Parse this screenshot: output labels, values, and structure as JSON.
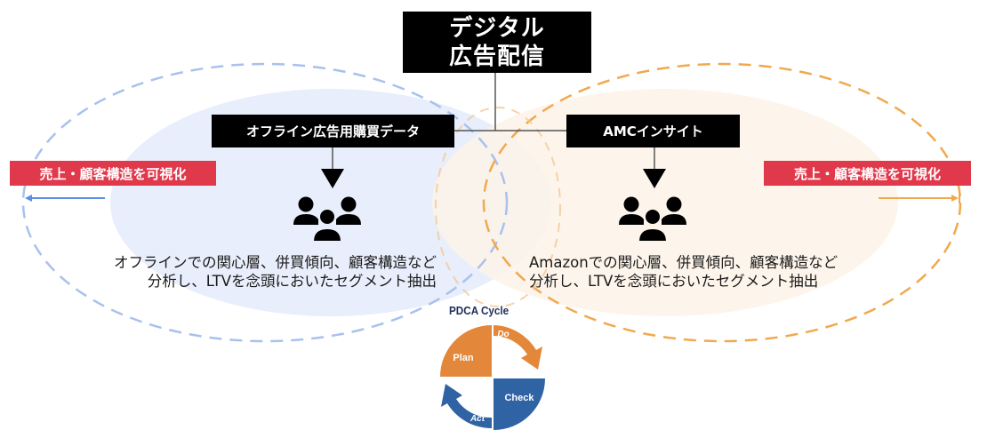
{
  "top_box": {
    "line1": "デジタル",
    "line2": "広告配信"
  },
  "sources": {
    "left": "オフライン広告用購買データ",
    "right": "AMCインサイト"
  },
  "outcome_labels": {
    "left": "売上・顧客構造を可視化",
    "right": "売上・顧客構造を可視化"
  },
  "descriptions": {
    "left": {
      "line1": "オフラインでの関心層、併買傾向、顧客構造など",
      "line2": "分析し、LTVを念頭においたセグメント抽出"
    },
    "right": {
      "line1": "Amazonでの関心層、併買傾向、顧客構造など",
      "line2": "分析し、LTVを念頭においたセグメント抽出"
    }
  },
  "icons": {
    "left_group": "people-group-icon",
    "right_group": "people-group-icon"
  },
  "pdca": {
    "title": "PDCA Cycle",
    "phases": [
      "Plan",
      "Do",
      "Check",
      "Act"
    ]
  },
  "colors": {
    "left_fill": "#E8EEFB",
    "left_dash": "#A9C1EE",
    "left_arrow": "#5B8DE3",
    "right_fill": "#FDF3E7",
    "right_dash": "#F0A94F",
    "right_arrow": "#F0A94F",
    "label_red": "#E0394B",
    "pdca_orange": "#E3883A",
    "pdca_blue": "#2F63A3",
    "pdca_title": "#1F2F5A"
  }
}
